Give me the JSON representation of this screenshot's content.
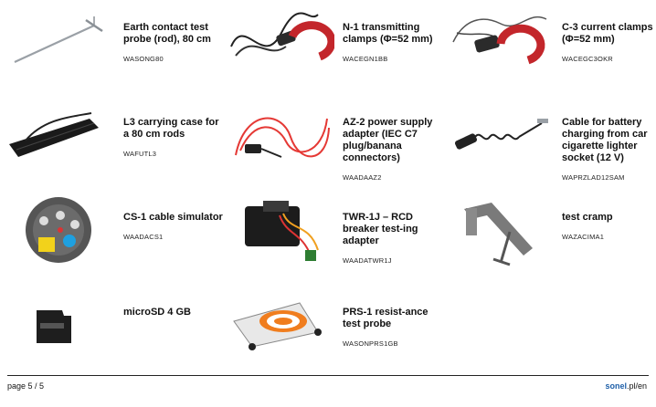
{
  "items": [
    {
      "title": "Earth contact test probe (rod), 80 cm",
      "code": "WASONG80",
      "icon": "ground-probe-rod"
    },
    {
      "title": "N-1 transmitting clamps (Φ=52 mm)",
      "code": "WACEGN1BB",
      "icon": "black-clamp"
    },
    {
      "title": "C-3 current clamps (Φ=52 mm)",
      "code": "WACEGC3OKR",
      "icon": "red-clamp"
    },
    {
      "title": "L3 carrying case for a 80 cm rods",
      "code": "WAFUTL3",
      "icon": "carrying-case"
    },
    {
      "title": "AZ-2 power supply adapter (IEC C7 plug/banana connectors)",
      "code": "WAADAAZ2",
      "icon": "red-cable-adapter"
    },
    {
      "title": "Cable for battery charging from car cigarette lighter socket (12 V)",
      "code": "WAPRZLAD12SAM",
      "icon": "car-charger-cable"
    },
    {
      "title": "CS-1 cable simulator",
      "code": "WAADACS1",
      "icon": "cable-simulator"
    },
    {
      "title": "TWR-1J – RCD breaker test-ing adapter",
      "code": "WAADATWR1J",
      "icon": "rcd-adapter"
    },
    {
      "title": "test cramp",
      "code": "WAZACIMA1",
      "icon": "c-clamp"
    },
    {
      "title": "microSD 4 GB",
      "code": "",
      "icon": "microsd-card"
    },
    {
      "title": "PRS-1 resist-ance test probe",
      "code": "WASONPRS1GB",
      "icon": "resistance-probe"
    }
  ],
  "footer": {
    "page": "page 5 / 5",
    "site_brand": "sonel",
    "site_rest": ".pl/en"
  },
  "colors": {
    "brand": "#1e5fa8"
  }
}
